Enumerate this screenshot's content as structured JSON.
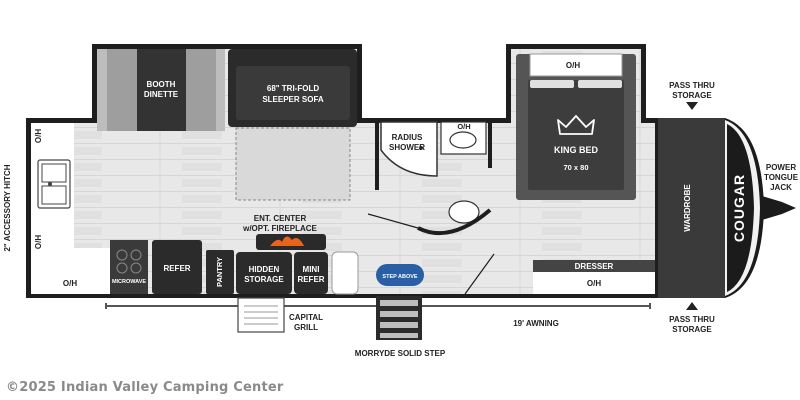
{
  "labels": {
    "booth_dinette": [
      "BOOTH",
      "DINETTE"
    ],
    "sofa": [
      "68\" TRI-FOLD",
      "SLEEPER SOFA"
    ],
    "radius_shower": [
      "RADIUS",
      "SHOWER"
    ],
    "oh": "O/H",
    "king_bed": "KING BED",
    "king_size": "70 x 80",
    "pass_thru_storage": [
      "PASS THRU",
      "STORAGE"
    ],
    "power_tongue_jack": [
      "POWER",
      "TONGUE",
      "JACK"
    ],
    "accessory_hitch": "2\" ACCESSORY HITCH",
    "ent_center": [
      "ENT. CENTER",
      "w/OPT. FIREPLACE"
    ],
    "refer": "REFER",
    "pantry": "PANTRY",
    "hidden_storage": [
      "HIDDEN",
      "STORAGE"
    ],
    "mini_refer": [
      "MINI",
      "REFER"
    ],
    "microwave": "MICROWAVE",
    "wardrobe": "WARDROBE",
    "dresser": "DRESSER",
    "capital_grill": [
      "CAPITAL",
      "GRILL"
    ],
    "awning": "19' AWNING",
    "step": "MORRYDE SOLID STEP",
    "step_logo": "STEP ABOVE"
  },
  "brand": "COUGAR",
  "watermark": "©2025 Indian Valley Camping Center",
  "colors": {
    "wall": "#1e1e1e",
    "floor": "#e6e6e6",
    "furniture_dark": "#333333",
    "furniture_light": "#bdbdbd",
    "accent_blue": "#2a5fa6",
    "fire": "#e8641c"
  }
}
